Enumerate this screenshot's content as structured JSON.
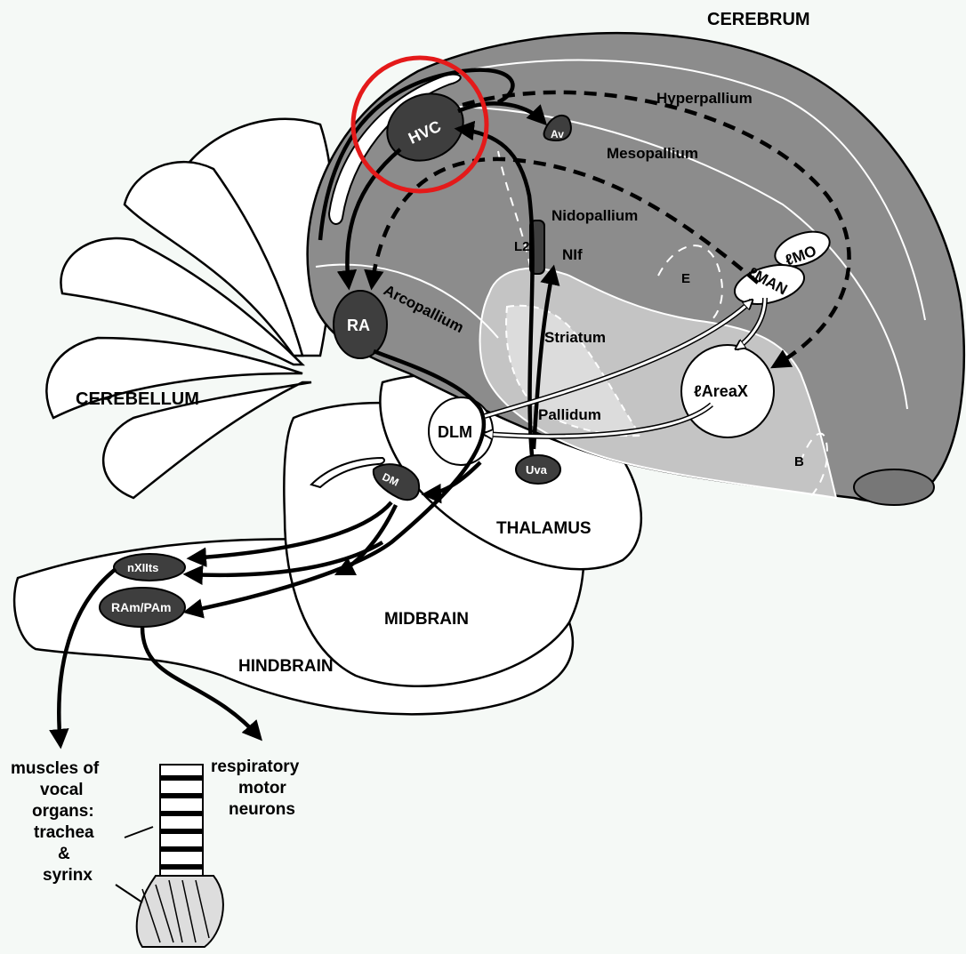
{
  "labels": {
    "cerebrum": "CEREBRUM",
    "hyperpallium": "Hyperpallium",
    "mesopallium": "Mesopallium",
    "nidopallium": "Nidopallium",
    "arcopallium": "Arcopallium",
    "striatum": "Striatum",
    "pallidum": "Pallidum",
    "cerebellum": "CEREBELLUM",
    "thalamus": "THALAMUS",
    "midbrain": "MIDBRAIN",
    "hindbrain": "HINDBRAIN",
    "e": "E",
    "b": "B"
  },
  "nuclei": {
    "hvc": "HVC",
    "av": "Av",
    "l2": "L2",
    "nif": "NIf",
    "lmo": "ℓMO",
    "lman": "ℓMAN",
    "ra": "RA",
    "lareax": "ℓAreaX",
    "dlm": "DLM",
    "uva": "Uva",
    "dm": "DM",
    "nxiits": "nXIIts",
    "ram_pam": "RAm/PAm"
  },
  "outputs": {
    "vocal_line1": "muscles of",
    "vocal_line2": "vocal",
    "vocal_line3": "organs:",
    "trachea": "trachea",
    "amp": "&",
    "syrinx": "syrinx",
    "resp_line1": "respiratory",
    "resp_line2": "motor",
    "resp_line3": "neurons"
  },
  "colors": {
    "background": "#f5f9f6",
    "pallium": "#8c8c8c",
    "striatum": "#c4c4c4",
    "pallidum": "#dcdcdc",
    "nucleus": "#3e3e3e",
    "highlight": "#e41a1a"
  }
}
